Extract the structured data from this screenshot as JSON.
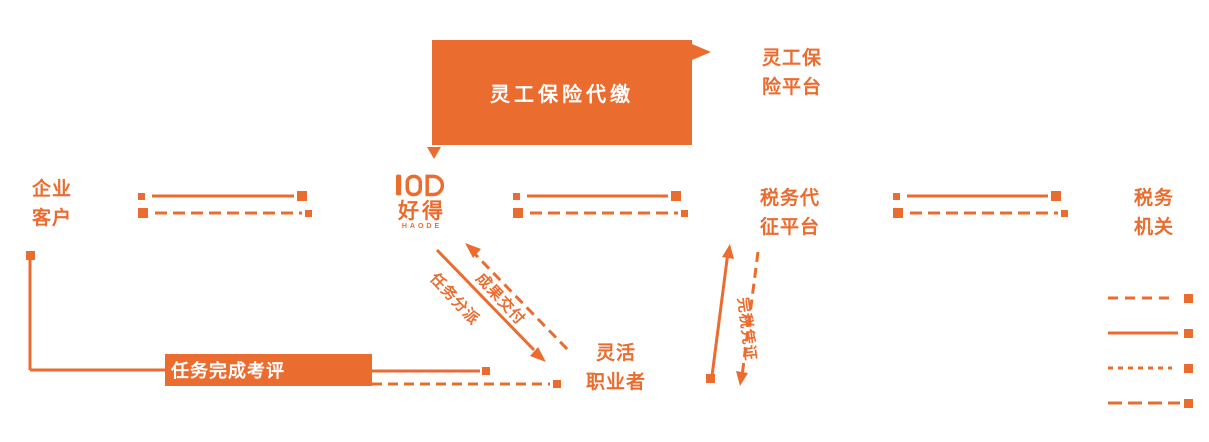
{
  "colors": {
    "accent": "#EB6C2F",
    "on_accent": "#FFFFFF"
  },
  "logo": {
    "brand": "好得",
    "tagline": "HAODE"
  },
  "nodes": {
    "enterprise_customer": "企业\n客户",
    "insurance_platform": "灵工保\n险平台",
    "tax_collection_platform": "税务代\n征平台",
    "tax_authority": "税务\n机关",
    "flexible_worker": "灵活\n职业者"
  },
  "callouts": {
    "insurance_box": "灵工保险代缴",
    "evaluation_bar": "任务完成考评"
  },
  "edge_labels": {
    "task_dispatch": "任务分派",
    "result_delivery": "成果交付",
    "tax_receipt": "完税凭证"
  }
}
